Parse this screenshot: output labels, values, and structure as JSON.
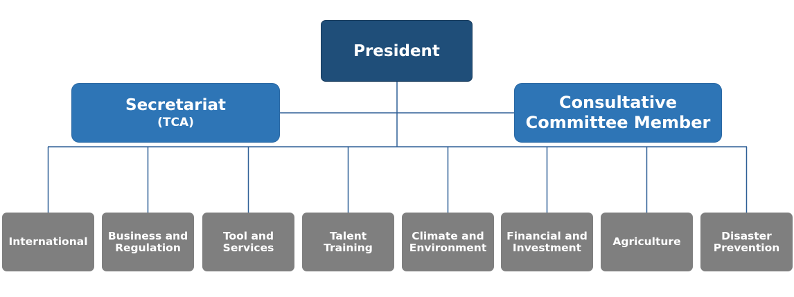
{
  "president": {
    "label": "President"
  },
  "secretariat": {
    "line1": "Secretariat",
    "line2": "(TCA)"
  },
  "consultative": {
    "line1": "Consultative",
    "line2": "Committee Member"
  },
  "departments": [
    {
      "lines": [
        "International"
      ]
    },
    {
      "lines": [
        "Business and",
        "Regulation"
      ]
    },
    {
      "lines": [
        "Tool and",
        "Services"
      ]
    },
    {
      "lines": [
        "Talent",
        "Training"
      ]
    },
    {
      "lines": [
        "Climate and",
        "Environment"
      ]
    },
    {
      "lines": [
        "Financial and",
        "Investment"
      ]
    },
    {
      "lines": [
        "Agriculture"
      ]
    },
    {
      "lines": [
        "Disaster",
        "Prevention"
      ]
    }
  ],
  "colors": {
    "president": "#1f4e79",
    "secondary": "#2e75b6",
    "department": "#7f7f7f",
    "connector": "#2e5f96",
    "text": "#ffffff"
  }
}
